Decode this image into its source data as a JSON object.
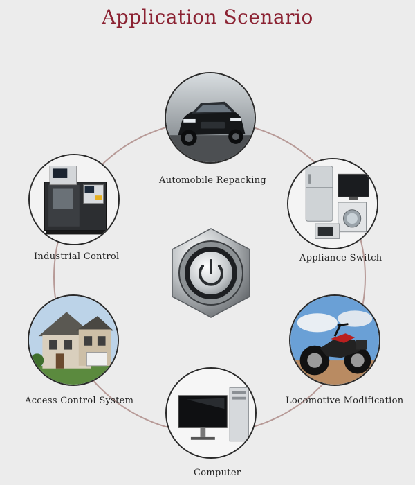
{
  "title": "Application Scenario",
  "colors": {
    "title": "#8b2232",
    "ring": "#b79a97",
    "border": "#2a2a2a",
    "background": "#ececec"
  },
  "center": {
    "icon": "power-icon",
    "description": "metal push button switch"
  },
  "scenarios": [
    {
      "label": "Automobile Repacking",
      "icon": "car-icon"
    },
    {
      "label": "Appliance Switch",
      "icon": "home-appliances-icon"
    },
    {
      "label": "Locomotive Modification",
      "icon": "motorcycle-icon"
    },
    {
      "label": "Computer",
      "icon": "computer-icon"
    },
    {
      "label": "Access Control System",
      "icon": "house-icon"
    },
    {
      "label": "Industrial Control",
      "icon": "cnc-machine-icon"
    }
  ]
}
